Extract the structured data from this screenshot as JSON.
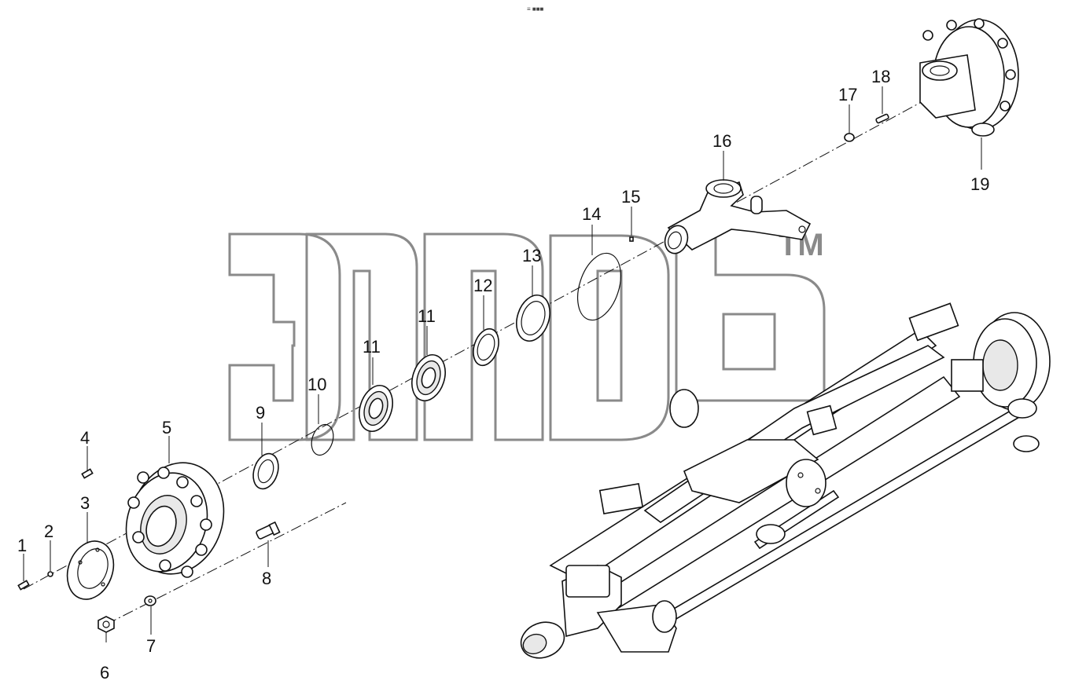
{
  "header_mark": "≡ ■■■",
  "watermark": {
    "text": "элб",
    "trademark": "TM"
  },
  "callouts": [
    {
      "id": "c1",
      "label": "1"
    },
    {
      "id": "c2",
      "label": "2"
    },
    {
      "id": "c3",
      "label": "3"
    },
    {
      "id": "c4",
      "label": "4"
    },
    {
      "id": "c5",
      "label": "5"
    },
    {
      "id": "c6",
      "label": "6"
    },
    {
      "id": "c7",
      "label": "7"
    },
    {
      "id": "c8",
      "label": "8"
    },
    {
      "id": "c9",
      "label": "9"
    },
    {
      "id": "c10",
      "label": "10"
    },
    {
      "id": "c11a",
      "label": "11"
    },
    {
      "id": "c11b",
      "label": "11"
    },
    {
      "id": "c12",
      "label": "12"
    },
    {
      "id": "c13",
      "label": "13"
    },
    {
      "id": "c14",
      "label": "14"
    },
    {
      "id": "c15",
      "label": "15"
    },
    {
      "id": "c16",
      "label": "16"
    },
    {
      "id": "c17",
      "label": "17"
    },
    {
      "id": "c18",
      "label": "18"
    },
    {
      "id": "c19",
      "label": "19"
    }
  ]
}
